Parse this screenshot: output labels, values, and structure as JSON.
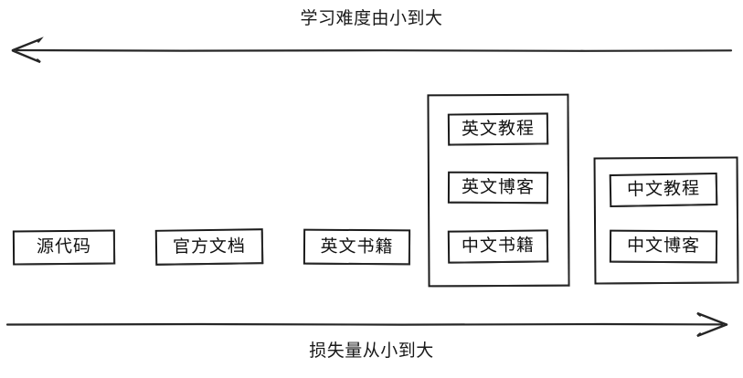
{
  "diagram": {
    "top_axis": {
      "label": "学习难度由小到大",
      "direction": "left",
      "arrow_name": "difficulty-axis-arrow-left"
    },
    "bottom_axis": {
      "label": "损失量从小到大",
      "direction": "right",
      "arrow_name": "loss-axis-arrow-right"
    },
    "items": [
      {
        "id": "source-code",
        "label": "源代码"
      },
      {
        "id": "official-docs",
        "label": "官方文档"
      },
      {
        "id": "english-books",
        "label": "英文书籍"
      }
    ],
    "groups": [
      {
        "id": "english-group",
        "items": [
          {
            "id": "english-tutorial",
            "label": "英文教程"
          },
          {
            "id": "english-blog",
            "label": "英文博客"
          },
          {
            "id": "chinese-books",
            "label": "中文书籍"
          }
        ]
      },
      {
        "id": "chinese-group",
        "items": [
          {
            "id": "chinese-tutorial",
            "label": "中文教程"
          },
          {
            "id": "chinese-blog",
            "label": "中文博客"
          }
        ]
      }
    ],
    "colors": {
      "stroke": "#1a1a1a",
      "background": "#ffffff",
      "text": "#111111"
    }
  }
}
